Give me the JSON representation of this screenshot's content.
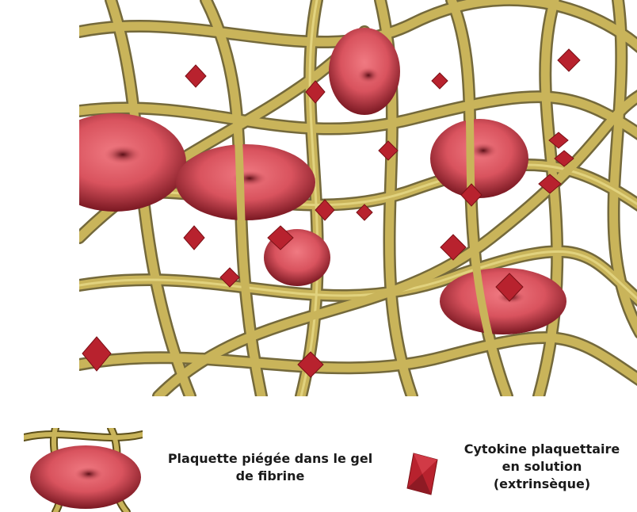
{
  "figure": {
    "colors": {
      "fibrin": "#c9b45a",
      "fibrin_shadow": "#5c4f1a",
      "platelet": "#d9535e",
      "platelet_shadow": "#7a1822",
      "cytokine": "#b8222e",
      "background": "#ffffff"
    }
  },
  "legend": {
    "platelet": {
      "line1": "Plaquette piégée dans le gel",
      "line2": "de fibrine"
    },
    "cytokine": {
      "line1": "Cytokine plaquettaire",
      "line2": "en solution",
      "line3": "(extrinsèque)"
    }
  }
}
